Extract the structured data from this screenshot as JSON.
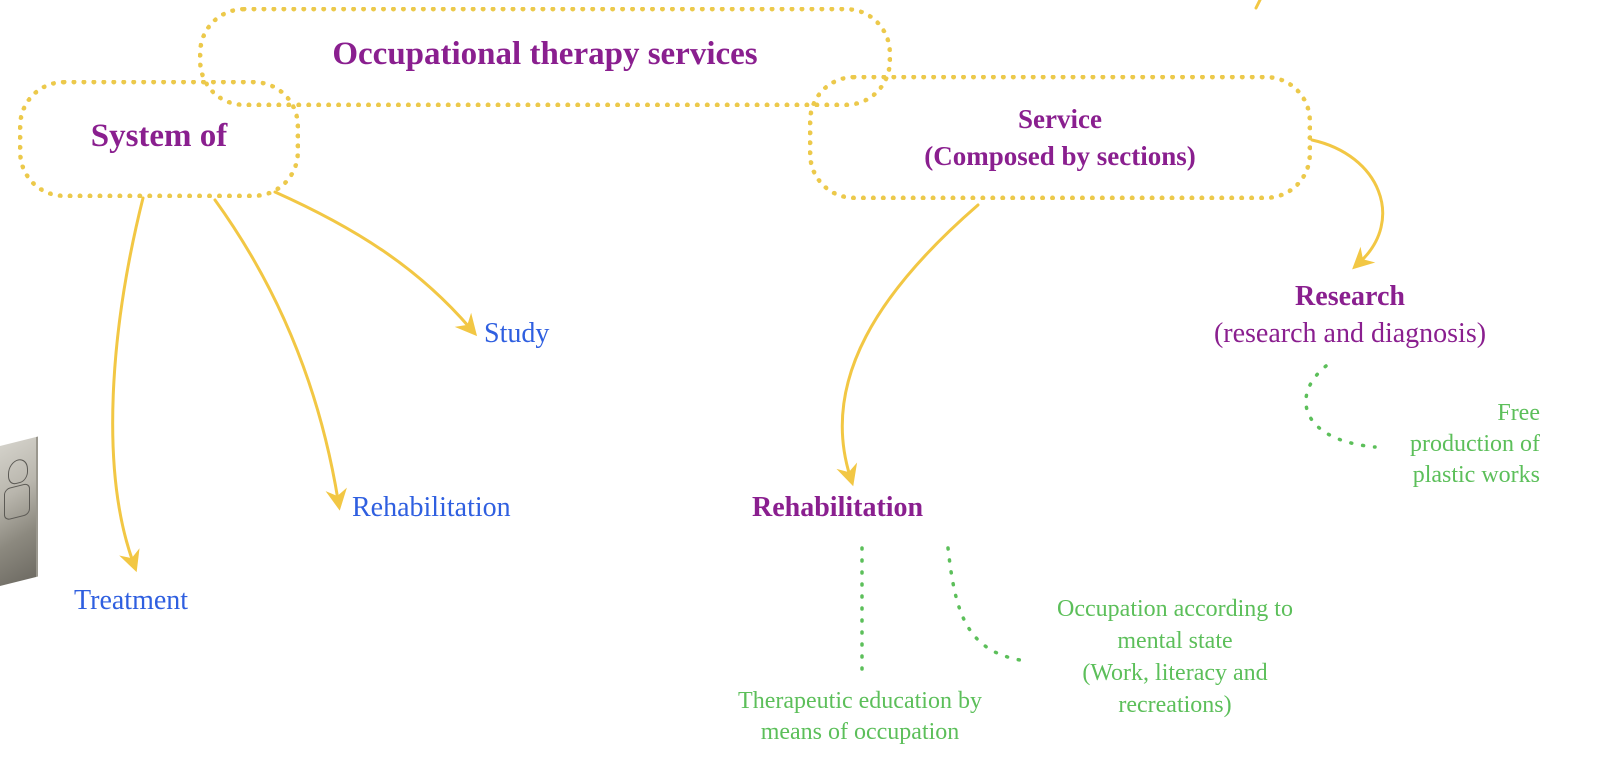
{
  "title": "Occupational therapy services",
  "nodes": {
    "system_of": "System of",
    "service_line1": "Service",
    "service_line2": "(Composed by sections)",
    "study": "Study",
    "rehabilitation_left": "Rehabilitation",
    "treatment": "Treatment",
    "rehabilitation_right": "Rehabilitation",
    "research_title": "Research",
    "research_sub": "(research and diagnosis)",
    "free_production_line1": "Free",
    "free_production_line2": "production of",
    "free_production_line3": "plastic works",
    "therapeutic_line1": "Therapeutic education by",
    "therapeutic_line2": "means of occupation",
    "occupation_line1": "Occupation according to",
    "occupation_line2": "mental state",
    "occupation_line3": "(Work, literacy and",
    "occupation_line4": "recreations)"
  },
  "colors": {
    "bubble_border": "#ecc94b",
    "arrow": "#f2c744",
    "heading": "#8a1f8f",
    "blue_text": "#2f5fe0",
    "green_text": "#5cbf5a",
    "dotted_link": "#5cbf5a"
  }
}
